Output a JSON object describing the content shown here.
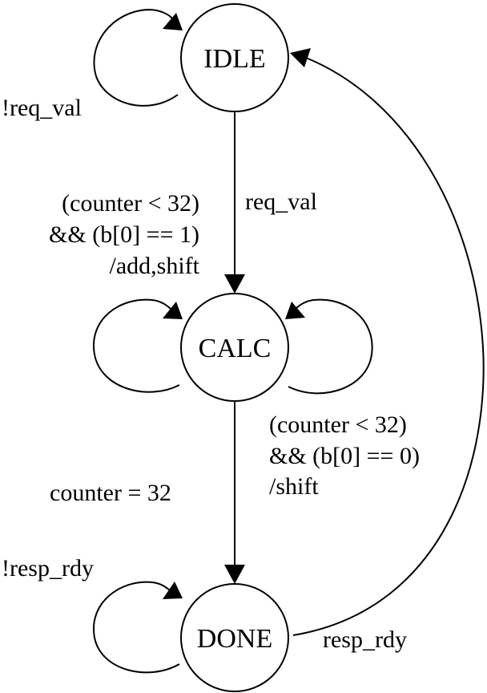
{
  "states": {
    "idle": "IDLE",
    "calc": "CALC",
    "done": "DONE"
  },
  "transitions": {
    "idle_self": "!req_val",
    "idle_to_calc": "req_val",
    "calc_self_add": [
      "(counter < 32)",
      "&& (b[0] == 1)",
      "/add,shift"
    ],
    "calc_self_shift": [
      "(counter < 32)",
      "&& (b[0] == 0)",
      "/shift"
    ],
    "calc_to_done": "counter = 32",
    "done_self": "!resp_rdy",
    "done_to_idle": "resp_rdy"
  },
  "colors": {
    "stroke": "#000000",
    "background": "#ffffff"
  }
}
